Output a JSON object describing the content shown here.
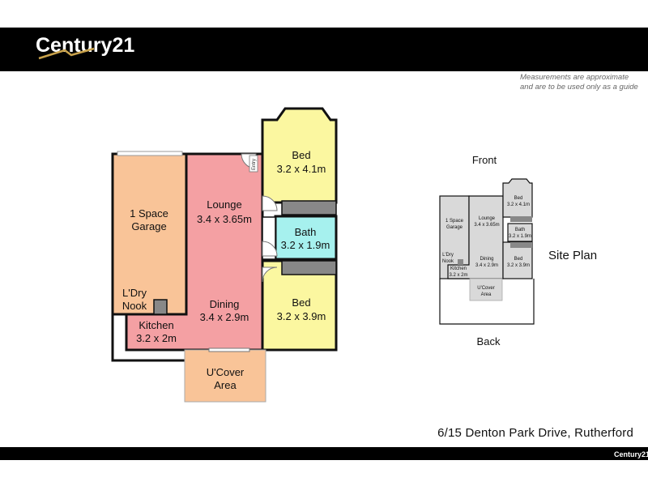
{
  "header": {
    "brand": "Century 21",
    "brand_mark": "Century21"
  },
  "disclaimer": {
    "line1": "Measurements are approximate",
    "line2": "and are to be used only as a guide"
  },
  "floorplan": {
    "rooms": {
      "garage": {
        "name_line1": "1 Space",
        "name_line2": "Garage"
      },
      "lounge": {
        "name": "Lounge",
        "dims": "3.4 x 3.65m"
      },
      "dining": {
        "name": "Dining",
        "dims": "3.4 x 2.9m"
      },
      "kitchen": {
        "name": "Kitchen",
        "dims": "3.2 x 2m"
      },
      "laundry": {
        "name_line1": "L'Dry",
        "name_line2": "Nook"
      },
      "bed1": {
        "name": "Bed",
        "dims": "3.2 x 4.1m"
      },
      "bath": {
        "name": "Bath",
        "dims": "3.2 x 1.9m"
      },
      "bed2": {
        "name": "Bed",
        "dims": "3.2 x 3.9m"
      },
      "ucover": {
        "name_line1": "U'Cover",
        "name_line2": "Area"
      }
    },
    "entry_label": "Entry"
  },
  "site_plan": {
    "title": "Site Plan",
    "front_label": "Front",
    "back_label": "Back"
  },
  "address": "6/15 Denton Park Drive, Rutherford",
  "colors": {
    "garage": "#f9c498",
    "living": "#f4a0a3",
    "bed": "#fbf7a0",
    "bath": "#a6f1ee",
    "ucover": "#f9c498",
    "site_fill": "#d9d9d9",
    "wall": "#111111",
    "bar": "#000000"
  }
}
